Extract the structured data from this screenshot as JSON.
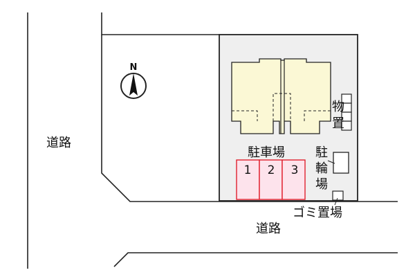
{
  "roads": {
    "west_label": "道路",
    "south_label": "道路"
  },
  "compass": {
    "north_label": "N",
    "icon": "compass-north-arrow-icon"
  },
  "labels": {
    "parking": "駐車場",
    "storage_char1": "物",
    "storage_char2": "置",
    "bike_char1": "駐",
    "bike_char2": "輪",
    "bike_char3": "場",
    "garbage": "ゴミ置場"
  },
  "parking_spaces": [
    {
      "number": "1"
    },
    {
      "number": "2"
    },
    {
      "number": "3"
    }
  ],
  "colors": {
    "lot_fill": "#efefef",
    "building_fill": "#fbf8d5",
    "parking_fill": "#fde3ec",
    "parking_stroke": "#e0202e",
    "line": "#222222"
  }
}
